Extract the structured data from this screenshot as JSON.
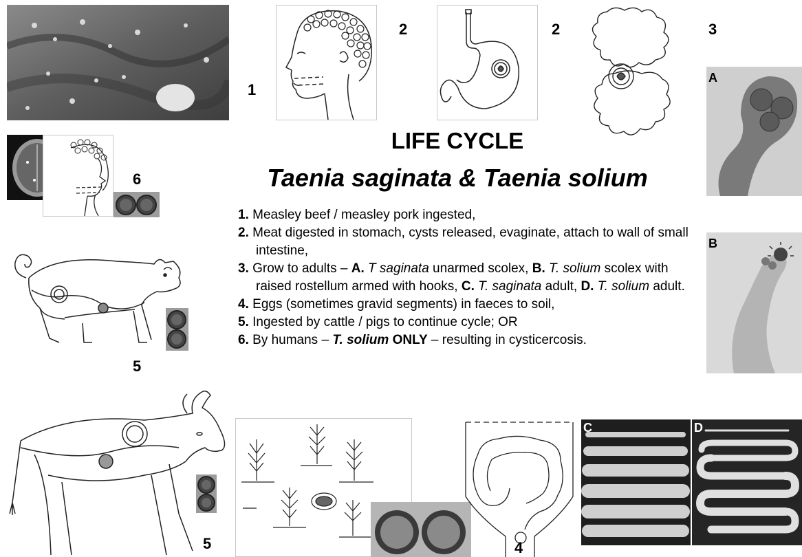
{
  "title": "LIFE CYCLE",
  "subtitle": "Taenia saginata & Taenia solium",
  "steps": [
    {
      "num": "1.",
      "parts": [
        {
          "t": "Measley beef / measley pork ingested,",
          "s": ""
        }
      ]
    },
    {
      "num": "2.",
      "parts": [
        {
          "t": "Meat digested in stomach, cysts released, evaginate, attach to wall of small intestine,",
          "s": ""
        }
      ]
    },
    {
      "num": "3.",
      "parts": [
        {
          "t": "Grow to adults – ",
          "s": ""
        },
        {
          "t": "A.",
          "s": "b"
        },
        {
          "t": " ",
          "s": ""
        },
        {
          "t": "T saginata",
          "s": "i"
        },
        {
          "t": " unarmed scolex, ",
          "s": ""
        },
        {
          "t": "B.",
          "s": "b"
        },
        {
          "t": " ",
          "s": ""
        },
        {
          "t": "T. solium",
          "s": "i"
        },
        {
          "t": " scolex with raised rostellum armed with hooks, ",
          "s": ""
        },
        {
          "t": "C.",
          "s": "b"
        },
        {
          "t": " ",
          "s": ""
        },
        {
          "t": "T. saginata",
          "s": "i"
        },
        {
          "t": " adult, ",
          "s": ""
        },
        {
          "t": "D.",
          "s": "b"
        },
        {
          "t": " ",
          "s": ""
        },
        {
          "t": "T. solium",
          "s": "i"
        },
        {
          "t": " adult.",
          "s": ""
        }
      ]
    },
    {
      "num": "4.",
      "parts": [
        {
          "t": "Eggs (sometimes gravid segments) in faeces to soil,",
          "s": ""
        }
      ]
    },
    {
      "num": "5.",
      "parts": [
        {
          "t": "Ingested by cattle / pigs to continue cycle; OR",
          "s": ""
        }
      ]
    },
    {
      "num": "6.",
      "parts": [
        {
          "t": "By humans – ",
          "s": ""
        },
        {
          "t": "T. solium",
          "s": "bi"
        },
        {
          "t": " ",
          "s": ""
        },
        {
          "t": "ONLY",
          "s": "b"
        },
        {
          "t": " – resulting in cysticercosis.",
          "s": ""
        }
      ]
    }
  ],
  "figure_numbers": {
    "head": "1",
    "stomach": "2",
    "intestine": "2",
    "adult": "3",
    "soil": "4",
    "pig": "5",
    "cow": "5",
    "human_cyst": "6"
  },
  "photo_labels": {
    "a": "A",
    "b": "B",
    "c": "C",
    "d": "D"
  }
}
